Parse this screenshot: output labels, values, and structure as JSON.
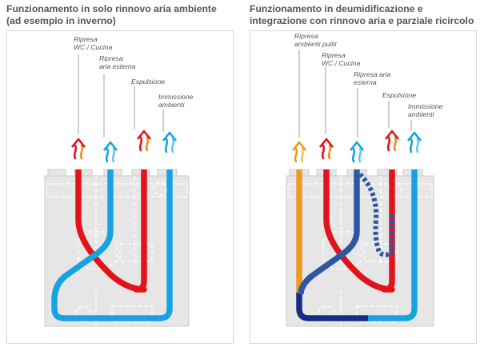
{
  "colors": {
    "red": "#e1131b",
    "blue": "#16a3e2",
    "dark_blue": "#132f85",
    "mid_blue": "#2f56a5",
    "orange": "#ee9a22",
    "unit_gray": "#e6e6e6",
    "leader": "#8a8a8a",
    "text": "#555555"
  },
  "panels": [
    {
      "title_line1": "Funzionamento in solo rinnovo aria ambiente",
      "title_line2": "(ad esempio in inverno)",
      "labels": [
        {
          "line1": "Ripresa",
          "line2": "WC / Cucina"
        },
        {
          "line1": "Ripresa",
          "line2": "aria esterna"
        },
        {
          "line1": "Espulsione",
          "line2": ""
        },
        {
          "line1": "Immissione",
          "line2": "ambienti"
        }
      ]
    },
    {
      "title_line1": "Funzionamento in deumidificazione e",
      "title_line2": "integrazione con rinnovo aria e parziale ricircolo",
      "labels": [
        {
          "line1": "Ripresa",
          "line2": "ambienti puliti"
        },
        {
          "line1": "Ripresa",
          "line2": "WC / Cucina"
        },
        {
          "line1": "Ripresa aria",
          "line2": "esterna"
        },
        {
          "line1": "Espulsione",
          "line2": ""
        },
        {
          "line1": "Immissione",
          "line2": "ambienti"
        }
      ]
    }
  ]
}
